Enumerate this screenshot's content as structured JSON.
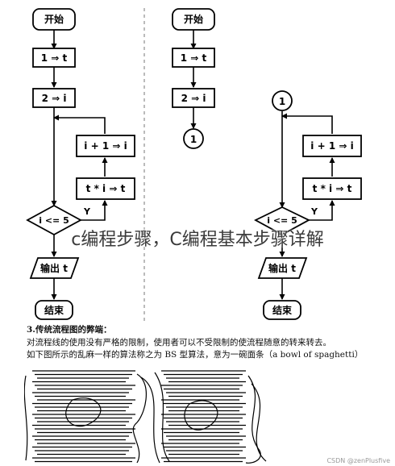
{
  "left_flowchart": {
    "start": "开始",
    "step1": "1 ⇒ t",
    "step2": "2 ⇒ i",
    "loop_step_a": "i + 1 ⇒ i",
    "loop_step_b": "t * i ⇒ t",
    "decision": "i <= 5",
    "yes_label": "Y",
    "output": "输出 t",
    "end": "结束"
  },
  "right_flowchart": {
    "start": "开始",
    "step1": "1 ⇒ t",
    "step2": "2 ⇒ i",
    "connector_out": "1",
    "connector_in": "1",
    "loop_step_a": "i + 1 ⇒ i",
    "loop_step_b": "t * i ⇒ t",
    "decision": "i <= 5",
    "yes_label": "Y",
    "output": "输出 t",
    "end": "结束"
  },
  "overlay_title": "c编程步骤，C编程基本步骤详解",
  "section": {
    "heading": "3.传统流程图的弊端：",
    "line1": "对流程线的使用没有严格的限制，使用者可以不受限制的使流程随意的转来转去。",
    "line2": "如下图所示的乱麻一样的算法称之为 BS 型算法，意为一碗面条（a bowl of spaghetti）"
  },
  "watermark": "CSDN @zenPlusfive",
  "colors": {
    "line": "#000000",
    "node_fill": "#ffffff"
  }
}
